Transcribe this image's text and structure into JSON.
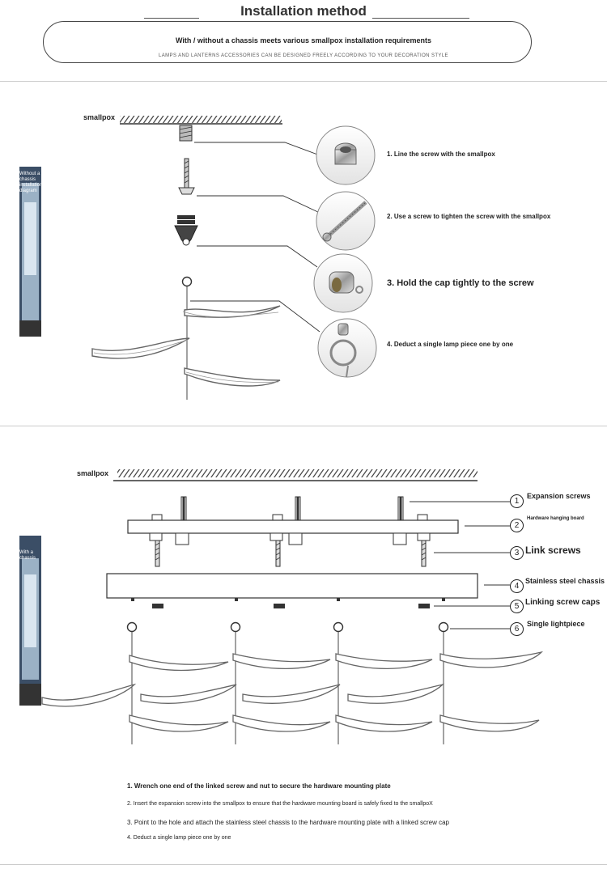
{
  "header": {
    "title": "Installation method",
    "banner_main": "With / without a chassis meets various smallpox installation requirements",
    "banner_sub": "LAMPS AND LANTERNS ACCESSORIES CAN BE DESIGNED FREELY ACCORDING TO YOUR DECORATION STYLE"
  },
  "section1": {
    "ceiling_label": "smallpox",
    "side_label": "Without a chassis installation diagram",
    "steps": [
      "1. Line the screw with the smallpox",
      "2. Use a screw to tighten the screw with the smallpox",
      "3. Hold the cap tightly to the screw",
      "4. Deduct a single lamp piece one by one"
    ]
  },
  "section2": {
    "ceiling_label": "smallpox",
    "side_label": "With a chassis",
    "parts": [
      {
        "num": "1",
        "label": "Expansion screws"
      },
      {
        "num": "2",
        "label": "Hardware hanging board"
      },
      {
        "num": "3",
        "label": "Link screws"
      },
      {
        "num": "4",
        "label": "Stainless steel chassis"
      },
      {
        "num": "5",
        "label": "Linking screw caps"
      },
      {
        "num": "6",
        "label": "Single lightpiece"
      }
    ],
    "instructions": [
      "1. Wrench one end of the linked screw and nut to secure the hardware mounting plate",
      "2. Insert the expansion screw into the smallpox to ensure that the hardware mounting board is safely fixed to the smallpoX",
      "3. Point to the hole and attach the stainless steel chassis to the hardware mounting plate with a linked screw cap",
      "4. Deduct a single lamp piece one by one"
    ]
  },
  "colors": {
    "line": "#333333",
    "part_fill": "#e8e8e8",
    "photo_dark": "#2c3d52"
  }
}
